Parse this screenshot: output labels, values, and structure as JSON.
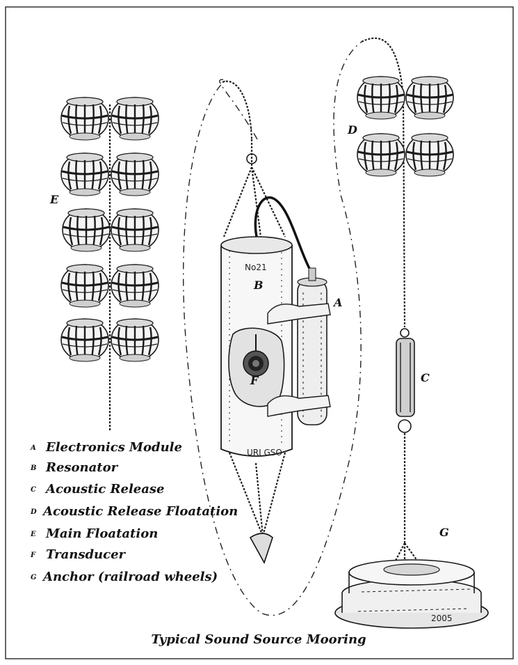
{
  "drawing": {
    "caption": "Typical Sound Source Mooring",
    "resonator_markings": {
      "top": "No21",
      "bottom": "URI GSO"
    },
    "anchor_markings": {
      "top": "",
      "bottom": "2005"
    }
  },
  "tags": {
    "A": "A",
    "B": "B",
    "C": "C",
    "D": "D",
    "E": "E",
    "F": "F",
    "G": "G"
  },
  "legend": [
    {
      "letter": "A",
      "text": "Electronics Module"
    },
    {
      "letter": "B",
      "text": "Resonator"
    },
    {
      "letter": "C",
      "text": "Acoustic Release"
    },
    {
      "letter": "D",
      "text": "Acoustic Release Floatation"
    },
    {
      "letter": "E",
      "text": "Main Floatation"
    },
    {
      "letter": "F",
      "text": "Transducer"
    },
    {
      "letter": "G",
      "text": "Anchor (railroad wheels)"
    }
  ]
}
